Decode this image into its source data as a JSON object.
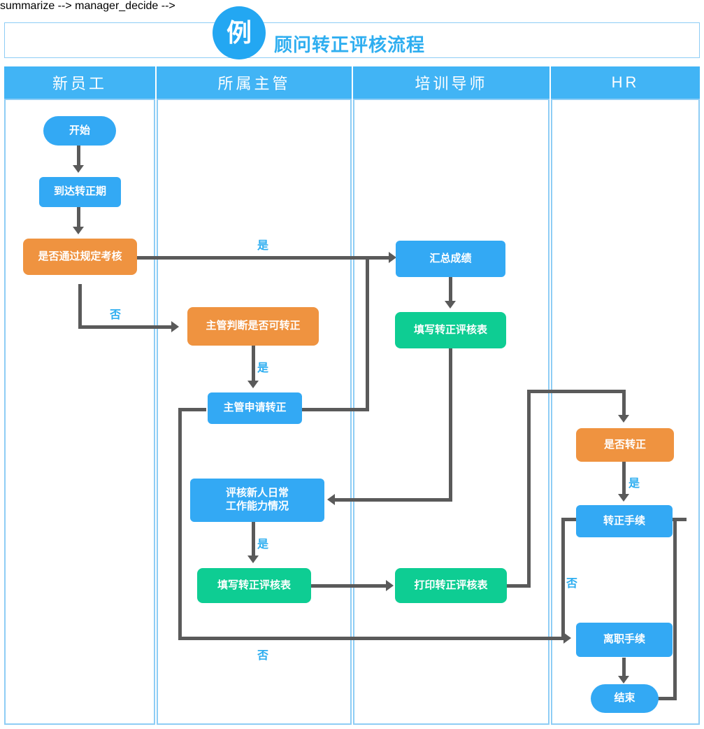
{
  "header": {
    "badge": "例",
    "title": "顾问转正评核流程"
  },
  "lanes": [
    {
      "id": "new-employee",
      "label": "新员工"
    },
    {
      "id": "direct-manager",
      "label": "所属主管"
    },
    {
      "id": "training-mentor",
      "label": "培训导师"
    },
    {
      "id": "hr",
      "label": "HR"
    }
  ],
  "nodes": {
    "start": {
      "label": "开始"
    },
    "reach_period": {
      "label": "到达转正期"
    },
    "pass_assessment": {
      "label": "是否通过规定考核"
    },
    "manager_decide": {
      "label": "主管判断是否可转正"
    },
    "manager_apply": {
      "label": "主管申请转正"
    },
    "review_daily": {
      "label": "评核新人日常\n工作能力情况",
      "line1": "评核新人日常",
      "line2": "工作能力情况"
    },
    "fill_form_mgr": {
      "label": "填写转正评核表"
    },
    "summarize": {
      "label": "汇总成绩"
    },
    "fill_form_mentor": {
      "label": "填写转正评核表"
    },
    "print_form": {
      "label": "打印转正评核表"
    },
    "confirm_regular": {
      "label": "是否转正"
    },
    "regular_proc": {
      "label": "转正手续"
    },
    "resign_proc": {
      "label": "离职手续"
    },
    "end": {
      "label": "结束"
    }
  },
  "edge_labels": {
    "yes_to_summarize": "是",
    "no_to_manager": "否",
    "yes_to_apply": "是",
    "yes_to_fill": "是",
    "yes_to_regular": "是",
    "no_to_resign_hr": "否",
    "no_to_resign_mgr": "否"
  },
  "colors": {
    "brand_blue": "#33a9f4",
    "lane_header": "#41b4f5",
    "lane_border": "#8ecdf5",
    "orange": "#ef9340",
    "green": "#0ecd93",
    "connector": "#5a5a5a",
    "label_blue": "#2eaef0"
  }
}
